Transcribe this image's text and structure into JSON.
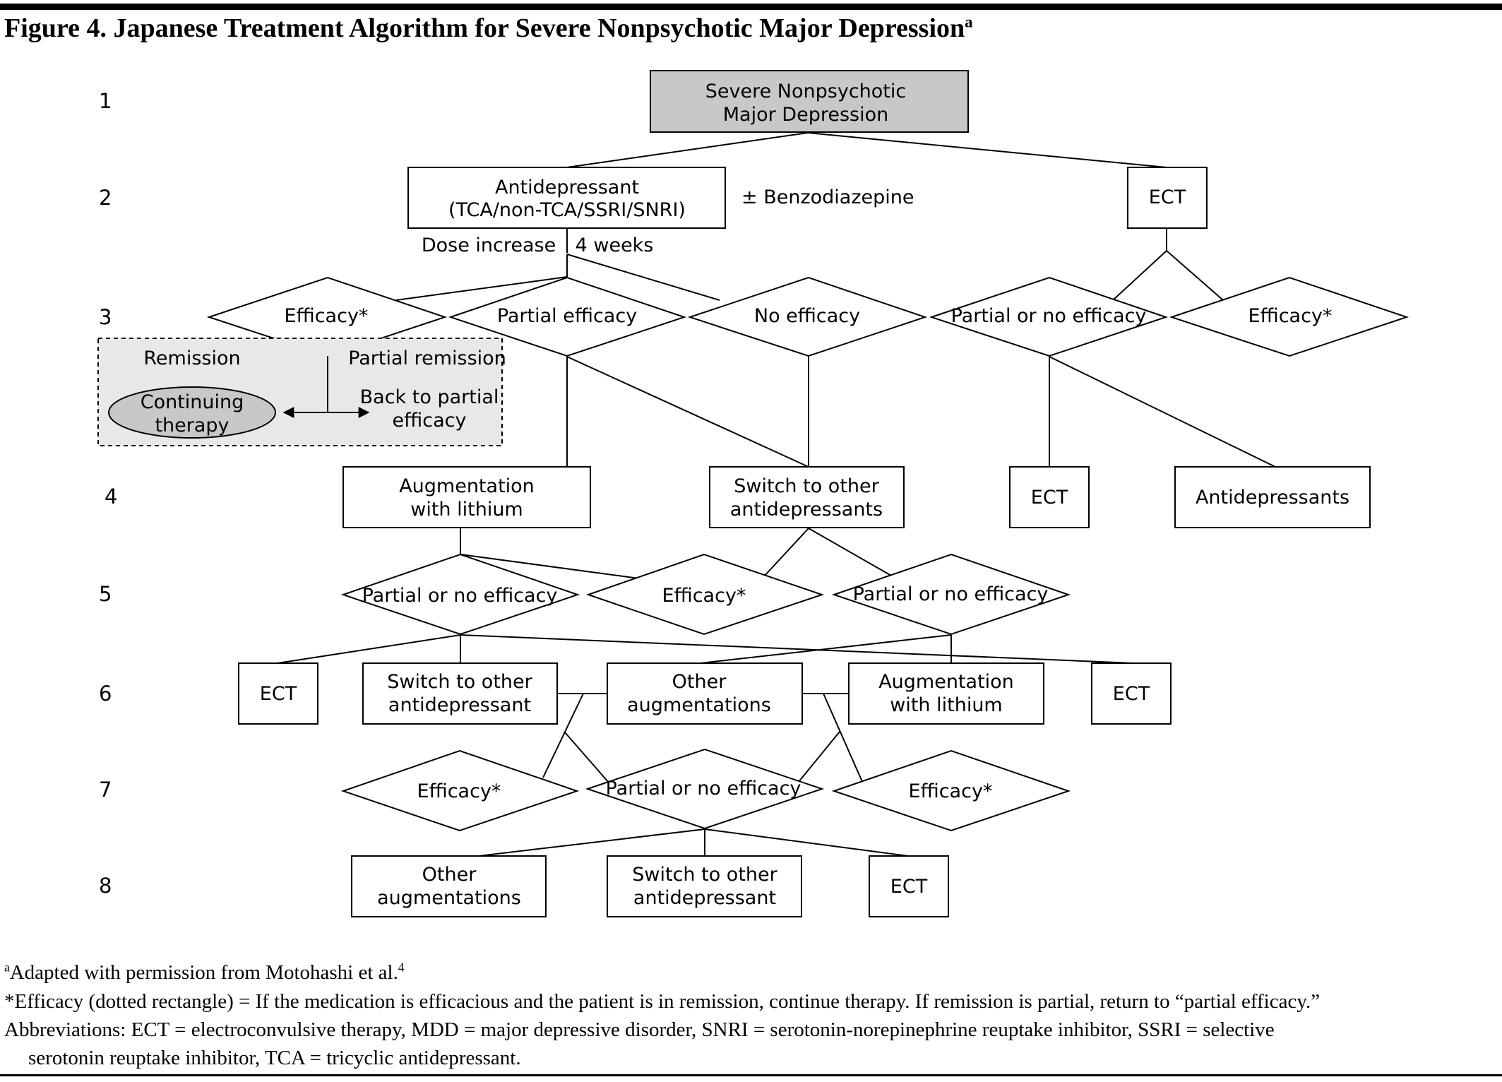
{
  "figure": {
    "title": "Figure 4. Japanese Treatment Algorithm for Severe Nonpsychotic Major Depression",
    "title_sup": "a"
  },
  "row_numbers": [
    "1",
    "2",
    "3",
    "4",
    "5",
    "6",
    "7",
    "8"
  ],
  "nodes": {
    "start": [
      "Severe Nonpsychotic",
      "Major Depression"
    ],
    "antidepressant": [
      "Antidepressant",
      "(TCA/non-TCA/SSRI/SNRI)"
    ],
    "benzodiazepine": "± Benzodiazepine",
    "ect_r2": "ECT",
    "dose_increase": "Dose increase",
    "four_weeks": "4 weeks",
    "efficacy_r3": "Efficacy*",
    "partial_efficacy_r3": "Partial efficacy",
    "no_efficacy_r3": "No efficacy",
    "partial_or_no_r3": "Partial or no efficacy",
    "efficacy_r3_right": "Efficacy*",
    "remission": "Remission",
    "partial_remission": "Partial remission",
    "continuing_therapy": [
      "Continuing",
      "therapy"
    ],
    "back_to_partial": [
      "Back to partial",
      "efficacy"
    ],
    "augmentation_r4": [
      "Augmentation",
      "with lithium"
    ],
    "switch_r4": [
      "Switch to other",
      "antidepressants"
    ],
    "ect_r4": "ECT",
    "antidepressants_r4": "Antidepressants",
    "partial_or_no_r5_left": "Partial or no efficacy",
    "efficacy_r5": "Efficacy*",
    "partial_or_no_r5_right": "Partial or no efficacy",
    "ect_r6_left": "ECT",
    "switch_r6": [
      "Switch to other",
      "antidepressant"
    ],
    "other_aug_r6": [
      "Other",
      "augmentations"
    ],
    "augmentation_r6": [
      "Augmentation",
      "with lithium"
    ],
    "ect_r6_right": "ECT",
    "efficacy_r7_left": "Efficacy*",
    "partial_or_no_r7": "Partial or no efficacy",
    "efficacy_r7_right": "Efficacy*",
    "other_aug_r8": [
      "Other",
      "augmentations"
    ],
    "switch_r8": [
      "Switch to other",
      "antidepressant"
    ],
    "ect_r8": "ECT"
  },
  "colors": {
    "start_fill": "#c8c8c8",
    "dotted_box_fill": "#e8e8e8",
    "ellipse_fill": "#c8c8c8",
    "line": "#000000"
  },
  "footnotes": {
    "adapted_sup": "a",
    "adapted_text": "Adapted with permission from Motohashi et al.",
    "adapted_ref": "4",
    "efficacy_note": "*Efficacy (dotted rectangle) = If the medication is efficacious and the patient is in remission, continue therapy. If remission is partial, return to “partial efficacy.”",
    "abbreviations_1": "Abbreviations: ECT = electroconvulsive therapy, MDD = major depressive disorder, SNRI = serotonin-norepinephrine reuptake inhibitor, SSRI = selective",
    "abbreviations_2": "serotonin reuptake inhibitor, TCA = tricyclic antidepressant."
  }
}
